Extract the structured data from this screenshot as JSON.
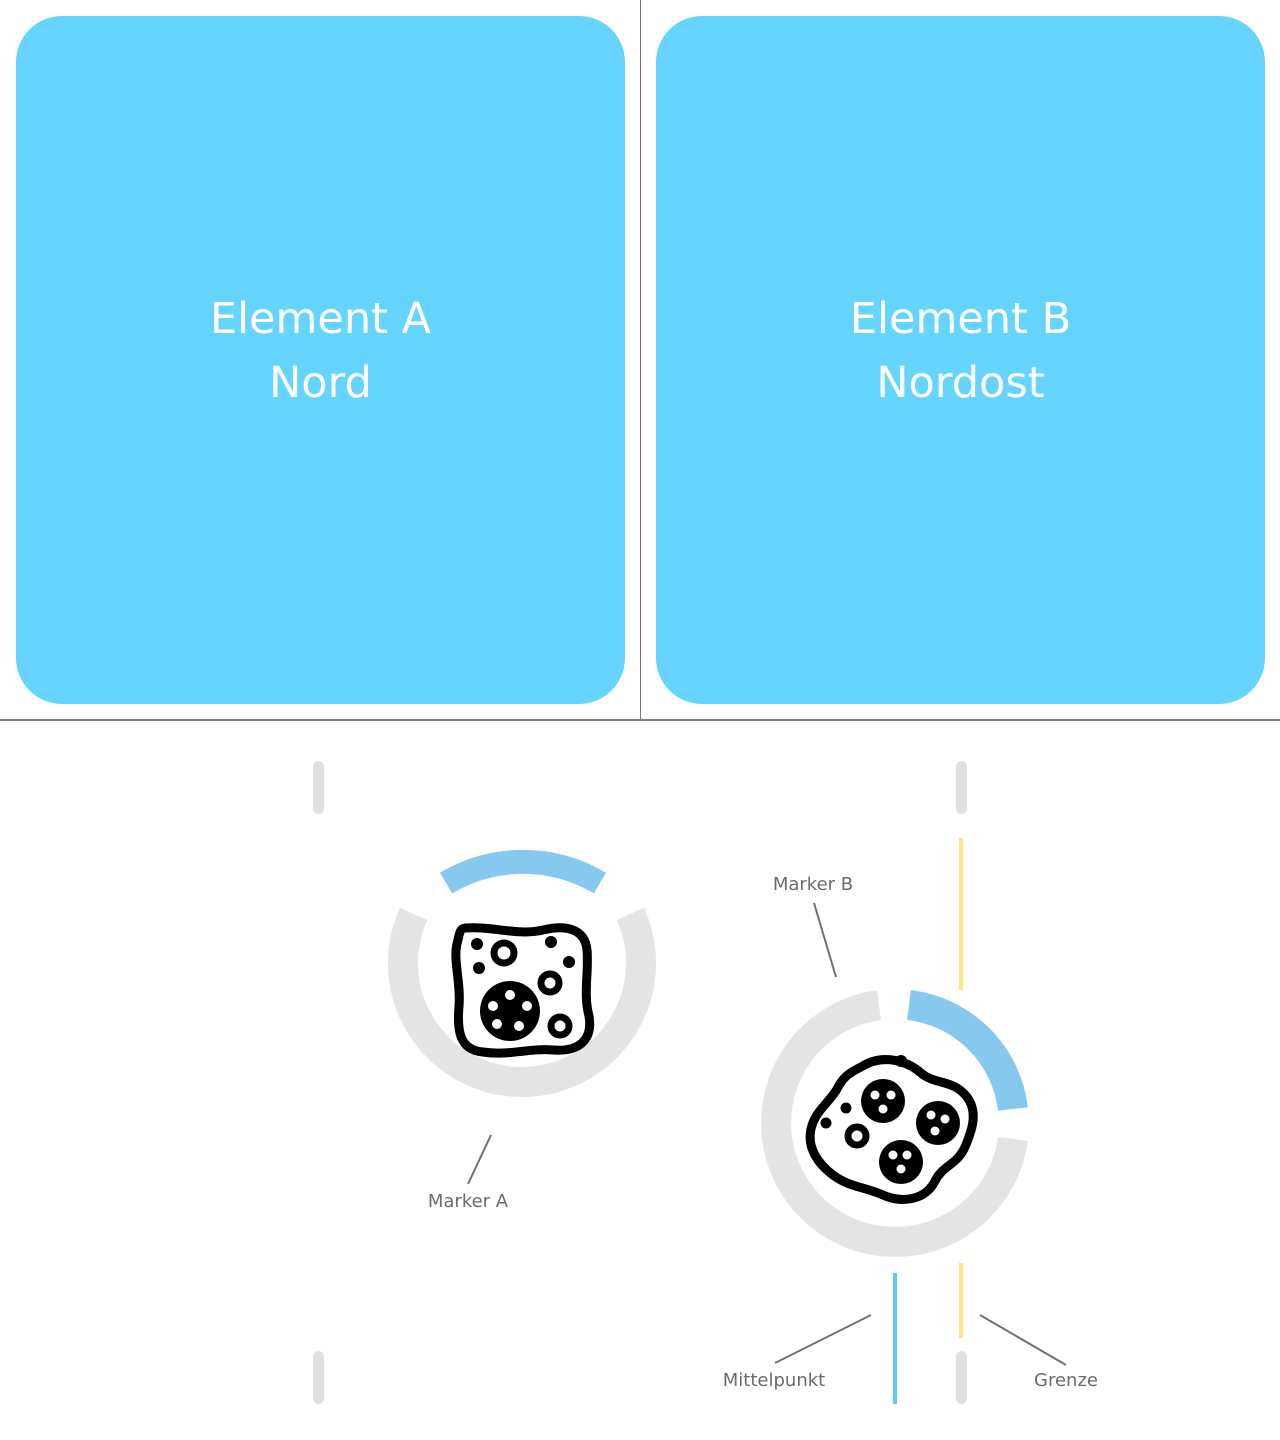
{
  "colors": {
    "card_fill": "#65d4ff",
    "card_text": "#ffffff",
    "ring_gray": "#e4e4e4",
    "ring_highlight": "#86c8ee",
    "tick_gray": "#e0e0e0",
    "boundary_line": "#ffe680",
    "center_line": "#5ccaf2",
    "callout_line": "#707070",
    "label_text": "#6b6b6b",
    "icon": "#000000"
  },
  "cards": [
    {
      "line1": "Element A",
      "line2": "Nord"
    },
    {
      "line1": "Element B",
      "line2": "Nordost"
    }
  ],
  "markers": [
    {
      "label": "Marker A",
      "icon": "cell-icon"
    },
    {
      "label": "Marker B",
      "icon": "cell-icon"
    }
  ],
  "legend": {
    "center_label": "Mittelpunkt",
    "boundary_label": "Grenze"
  }
}
